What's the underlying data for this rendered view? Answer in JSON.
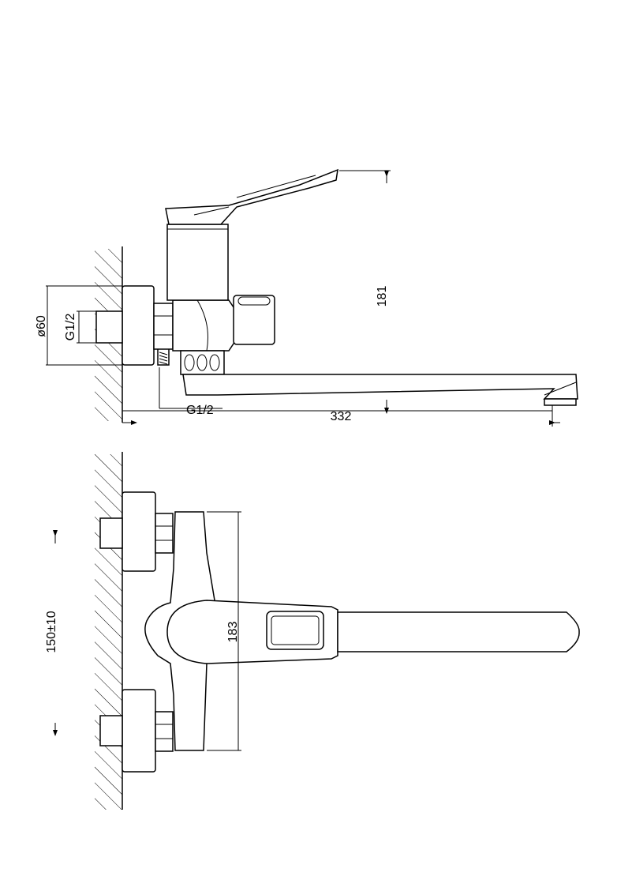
{
  "side_view": {
    "dim_height": "181",
    "dim_projection": "332",
    "dim_diameter": "ø60",
    "dim_inlet_thread": "G1/2",
    "dim_outlet_thread": "G1/2"
  },
  "front_view": {
    "dim_body_height": "183",
    "dim_centers": "150±10"
  }
}
